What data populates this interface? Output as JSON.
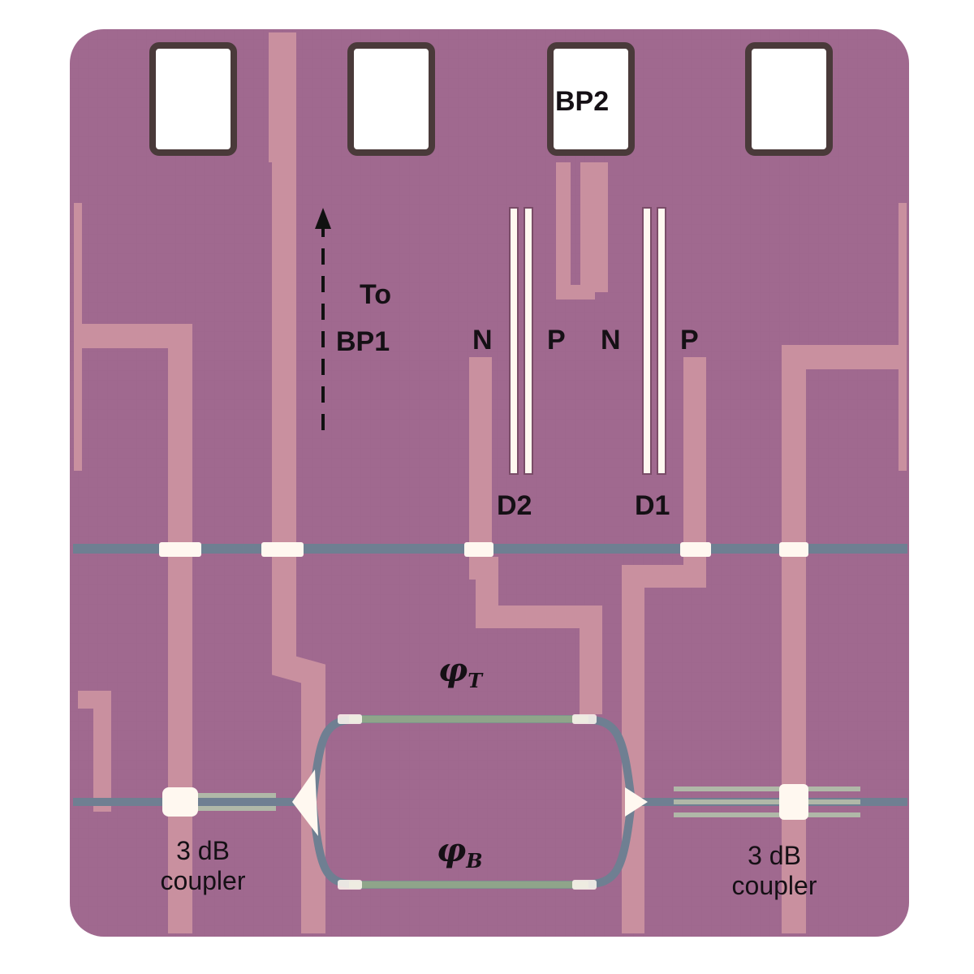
{
  "labels": {
    "bp2": "BP2",
    "to_bp1_line1": "To",
    "to_bp1_line2": "BP1",
    "n1": "N",
    "p1": "P",
    "n2": "N",
    "p2": "P",
    "d2": "D2",
    "d1": "D1",
    "phi_t_symbol": "φ",
    "phi_t_sub": "T",
    "phi_b_symbol": "φ",
    "phi_b_sub": "B",
    "coupler_left_line1": "3 dB",
    "coupler_left_line2": "coupler",
    "coupler_right_line1": "3 dB",
    "coupler_right_line2": "coupler"
  },
  "colors": {
    "substrate": "#a0698f",
    "metal": "#c9909f",
    "bond_pad": "#ffffff",
    "bond_pad_border": "#4a3a3a",
    "waveguide": "#6f7f92",
    "heater": "#8fa58a",
    "contact": "#fff8f0"
  }
}
